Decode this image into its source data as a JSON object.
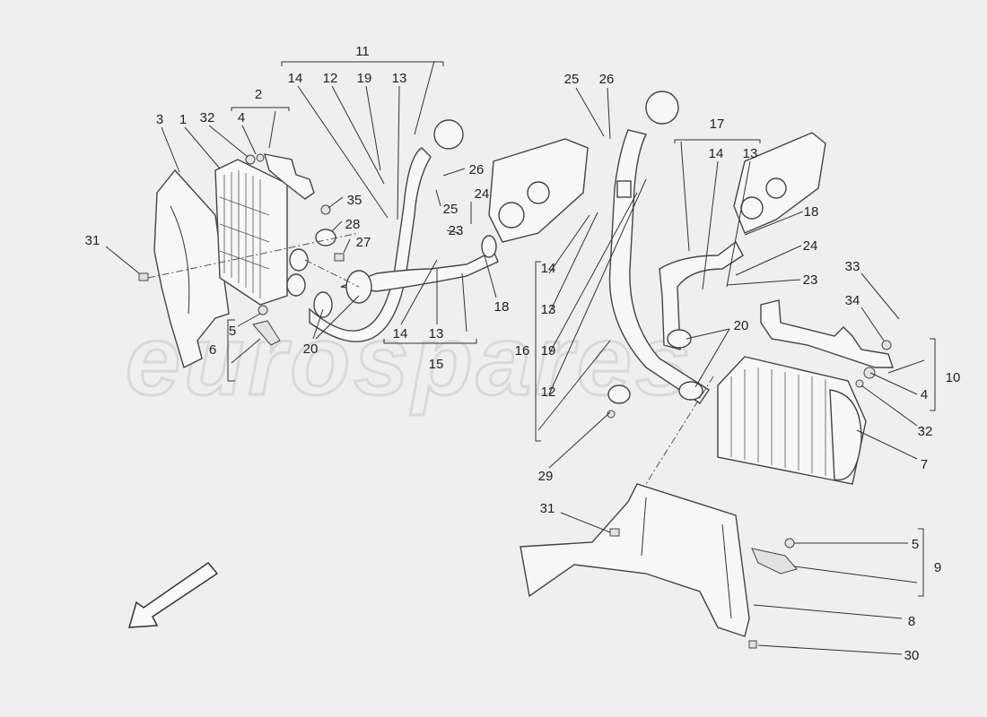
{
  "watermark": "eurospares",
  "labels": [
    "11",
    "14",
    "12",
    "19",
    "13",
    "2",
    "3",
    "1",
    "32",
    "4",
    "35",
    "28",
    "27",
    "26",
    "25",
    "24",
    "23",
    "31",
    "18",
    "5",
    "6",
    "20",
    "14",
    "13",
    "15",
    "25",
    "26",
    "17",
    "14",
    "13",
    "18",
    "24",
    "23",
    "33",
    "34",
    "20",
    "14",
    "13",
    "16",
    "19",
    "12",
    "10",
    "4",
    "32",
    "7",
    "29",
    "31",
    "5",
    "9",
    "8",
    "30"
  ],
  "direction_icon": "arrow-down-left-icon"
}
